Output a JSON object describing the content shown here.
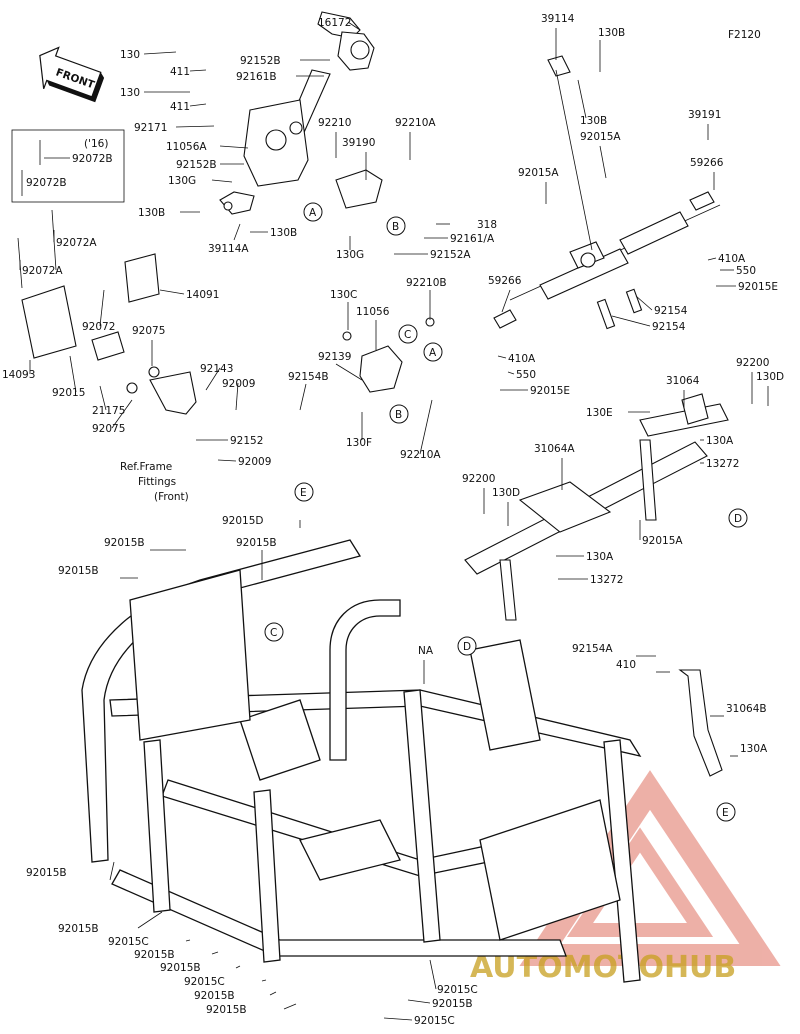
{
  "figure_code": "F2120",
  "front_arrow": "FRONT",
  "watermark": "AUTOMOTOHUB",
  "note_16": "('16)",
  "ref_frame": [
    "Ref.Frame",
    "Fittings",
    "(Front)"
  ],
  "callouts": [
    "A",
    "B",
    "C",
    "D",
    "E"
  ],
  "labels": [
    "16172",
    "130",
    "411",
    "92152B",
    "92161B",
    "130",
    "411",
    "92171",
    "11056A",
    "92152B",
    "130G",
    "130B",
    "39114A",
    "130B",
    "92210",
    "39190",
    "92210A",
    "130G",
    "318",
    "92161/A",
    "92152A",
    "39114",
    "130B",
    "130B",
    "92015A",
    "39191",
    "92015A",
    "59266",
    "59266",
    "410A",
    "550",
    "92015E",
    "92154",
    "92154",
    "410A",
    "550",
    "92015E",
    "92072B",
    "92072B",
    "92072A",
    "92072A",
    "14091",
    "92072",
    "14093",
    "92075",
    "92015",
    "21175",
    "92143",
    "92009",
    "92075",
    "92152",
    "92009",
    "130C",
    "92210B",
    "11056",
    "92139",
    "92154B",
    "130F",
    "92210A",
    "31064",
    "92200",
    "130D",
    "130E",
    "130A",
    "13272",
    "31064A",
    "92200",
    "130D",
    "130A",
    "13272",
    "92015A",
    "92015D",
    "92015B",
    "92015B",
    "92015B",
    "NA",
    "92154A",
    "410",
    "31064B",
    "130A",
    "92015B",
    "92015B",
    "92015C",
    "92015B",
    "92015B",
    "92015C",
    "92015B",
    "92015B",
    "92015C",
    "92015B",
    "92015C"
  ]
}
